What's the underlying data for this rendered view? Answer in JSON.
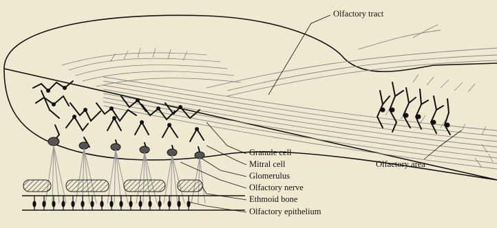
{
  "figure": {
    "labels": {
      "olfactory_tract": "Olfactory tract",
      "granule_cell": "Granule cell",
      "mitral_cell": "Mitral cell",
      "glomerulus": "Glomerulus",
      "olfactory_nerve": "Olfactory nerve",
      "ethmoid_bone": "Ethmoid bone",
      "olfactory_epithelium": "Olfactory epithelium",
      "olfactory_area": "Olfactory area"
    },
    "colors": {
      "background": "#efe9d2",
      "ink": "#111111",
      "fibers": "#8f8f8f"
    }
  }
}
